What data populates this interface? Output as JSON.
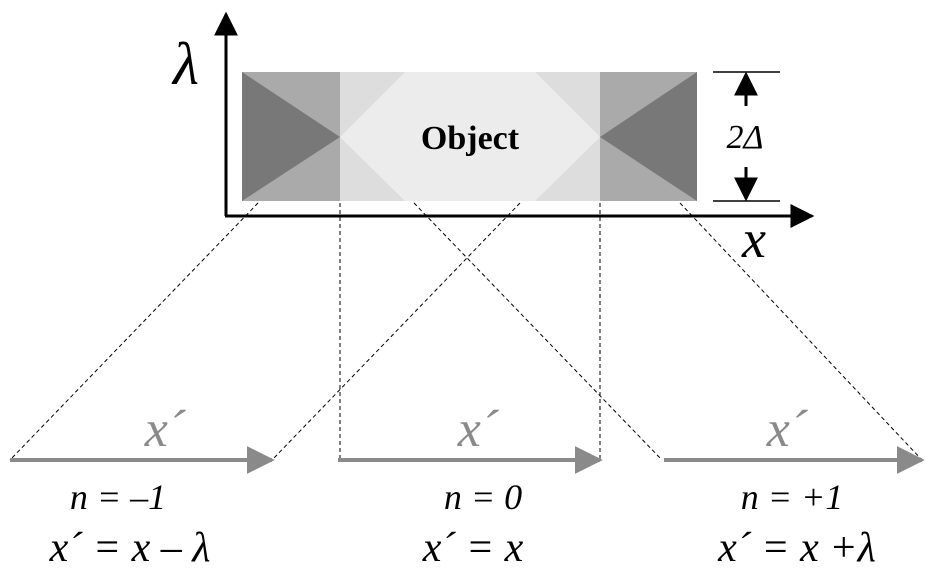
{
  "diagram": {
    "axes": {
      "vertical": "λ",
      "horizontal": "x"
    },
    "object_label": "Object",
    "height_label": "2Δ",
    "orders": [
      {
        "axis_label": "x´",
        "order": "n = –1",
        "mapping": "x´ = x – λ"
      },
      {
        "axis_label": "x´",
        "order": "n = 0",
        "mapping": "x´ = x"
      },
      {
        "axis_label": "x´",
        "order": "n = +1",
        "mapping": "x´ = x +λ"
      }
    ]
  },
  "colors": {
    "dark": "#787878",
    "mid": "#aaaaaa",
    "light": "#dddddd",
    "lightest": "#ececec",
    "arrow_gray": "#8a8a8a",
    "ink": "#000000"
  }
}
